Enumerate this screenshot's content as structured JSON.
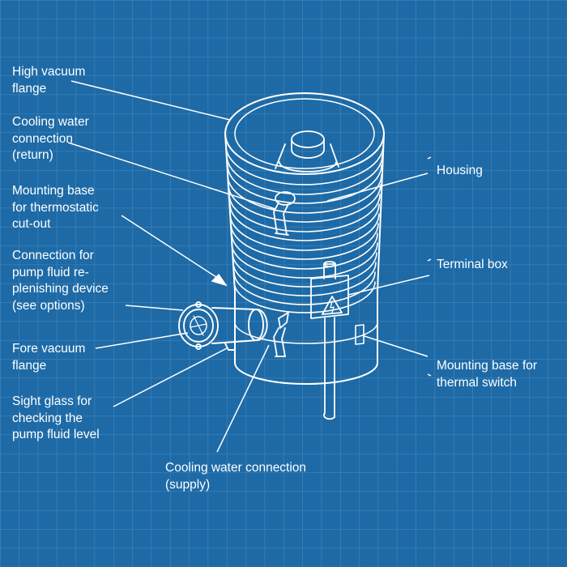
{
  "colors": {
    "background": "#1d6aa6",
    "grid_minor": "#4d8dc0",
    "line": "#ffffff"
  },
  "labels": {
    "high_vacuum_flange": "High vacuum\nflange",
    "cooling_water_return": "Cooling water\nconnection\n(return)",
    "mounting_base_thermostatic": "Mounting base\nfor thermostatic\ncut-out",
    "pump_fluid_replenishing": "Connection for\npump fluid re-\nplenishing device\n(see options)",
    "fore_vacuum_flange": "Fore vacuum\nflange",
    "sight_glass": "Sight glass for\nchecking the\npump fluid level",
    "cooling_water_supply": "Cooling water connection\n(supply)",
    "housing": "Housing",
    "terminal_box": "Terminal box",
    "mounting_base_thermal_switch": "Mounting base for\nthermal switch"
  },
  "icons": {
    "warning": "warning-triangle-icon"
  }
}
